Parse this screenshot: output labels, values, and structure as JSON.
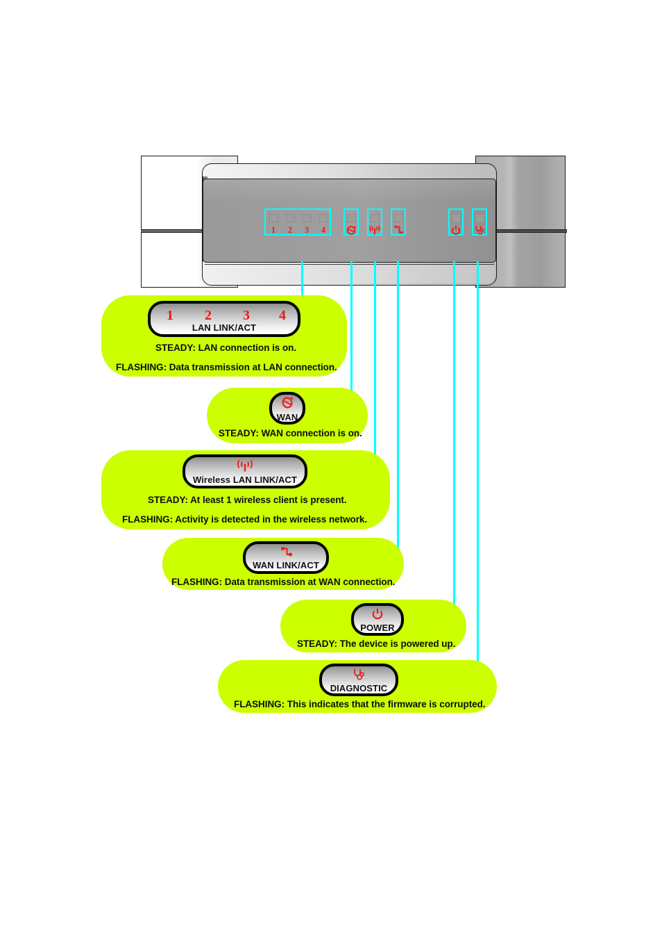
{
  "diagram": {
    "title": "Router LED indicator reference",
    "accent_green": "#CCFF00",
    "accent_cyan": "#00FFFF",
    "led_red": "#EF1D1D"
  },
  "device": {
    "name": "wireless-router-front-panel",
    "led_groups": [
      {
        "id": "lan",
        "symbols": [
          "1",
          "2",
          "3",
          "4"
        ],
        "icon": "lan-port-number"
      },
      {
        "id": "wan",
        "symbols": [
          "globe"
        ],
        "icon": "globe-icon"
      },
      {
        "id": "wlan",
        "symbols": [
          "antenna"
        ],
        "icon": "antenna-icon"
      },
      {
        "id": "wanact",
        "symbols": [
          "zigzag"
        ],
        "icon": "zigzag-link-icon"
      },
      {
        "id": "power",
        "symbols": [
          "power"
        ],
        "icon": "power-icon"
      },
      {
        "id": "diag",
        "symbols": [
          "stethoscope"
        ],
        "icon": "stethoscope-icon"
      }
    ]
  },
  "callouts": [
    {
      "id": "lan",
      "badge_label": "LAN LINK/ACT",
      "badge_numbers": [
        "1",
        "2",
        "3",
        "4"
      ],
      "icon": "lan-port-number",
      "lines": [
        "STEADY: LAN connection is on.",
        "FLASHING: Data transmission at LAN connection."
      ]
    },
    {
      "id": "wan",
      "badge_label": "WAN",
      "icon": "globe-icon",
      "lines": [
        "STEADY: WAN connection is on."
      ]
    },
    {
      "id": "wlan",
      "badge_label": "Wireless LAN LINK/ACT",
      "icon": "antenna-icon",
      "lines": [
        "STEADY: At least 1 wireless client is present.",
        "FLASHING: Activity is detected in the wireless network."
      ]
    },
    {
      "id": "wanact",
      "badge_label": "WAN LINK/ACT",
      "icon": "zigzag-link-icon",
      "lines": [
        "FLASHING: Data transmission at WAN connection."
      ]
    },
    {
      "id": "power",
      "badge_label": "POWER",
      "icon": "power-icon",
      "lines": [
        "STEADY: The device is powered up."
      ]
    },
    {
      "id": "diag",
      "badge_label": "DIAGNOSTIC",
      "icon": "stethoscope-icon",
      "lines": [
        "FLASHING: This indicates that the firmware is corrupted."
      ]
    }
  ]
}
